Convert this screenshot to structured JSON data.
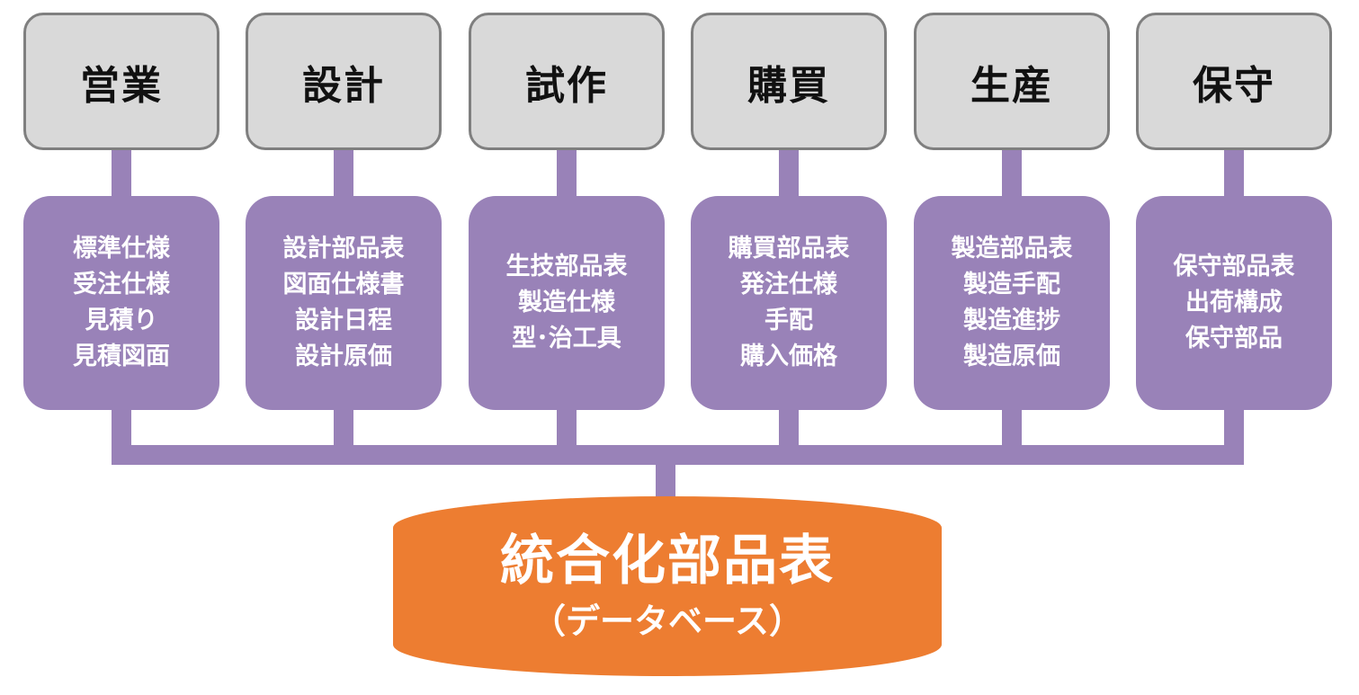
{
  "colors": {
    "background": "#ffffff",
    "department_fill": "#d9d9d9",
    "department_border": "#7f7f7f",
    "department_text": "#111111",
    "info_fill": "#9982b8",
    "info_text": "#ffffff",
    "connector": "#9982b8",
    "database_fill": "#ed7d31",
    "database_text": "#ffffff"
  },
  "departments": [
    {
      "name": "営業",
      "items": [
        "標準仕様",
        "受注仕様",
        "見積り",
        "見積図面"
      ]
    },
    {
      "name": "設計",
      "items": [
        "設計部品表",
        "図面仕様書",
        "設計日程",
        "設計原価"
      ]
    },
    {
      "name": "試作",
      "items": [
        "生技部品表",
        "製造仕様",
        "型･治工具"
      ]
    },
    {
      "name": "購買",
      "items": [
        "購買部品表",
        "発注仕様",
        "手配",
        "購入価格"
      ]
    },
    {
      "name": "生産",
      "items": [
        "製造部品表",
        "製造手配",
        "製造進捗",
        "製造原価"
      ]
    },
    {
      "name": "保守",
      "items": [
        "保守部品表",
        "出荷構成",
        "保守部品"
      ]
    }
  ],
  "database": {
    "title": "統合化部品表",
    "subtitle": "（データベース）"
  }
}
